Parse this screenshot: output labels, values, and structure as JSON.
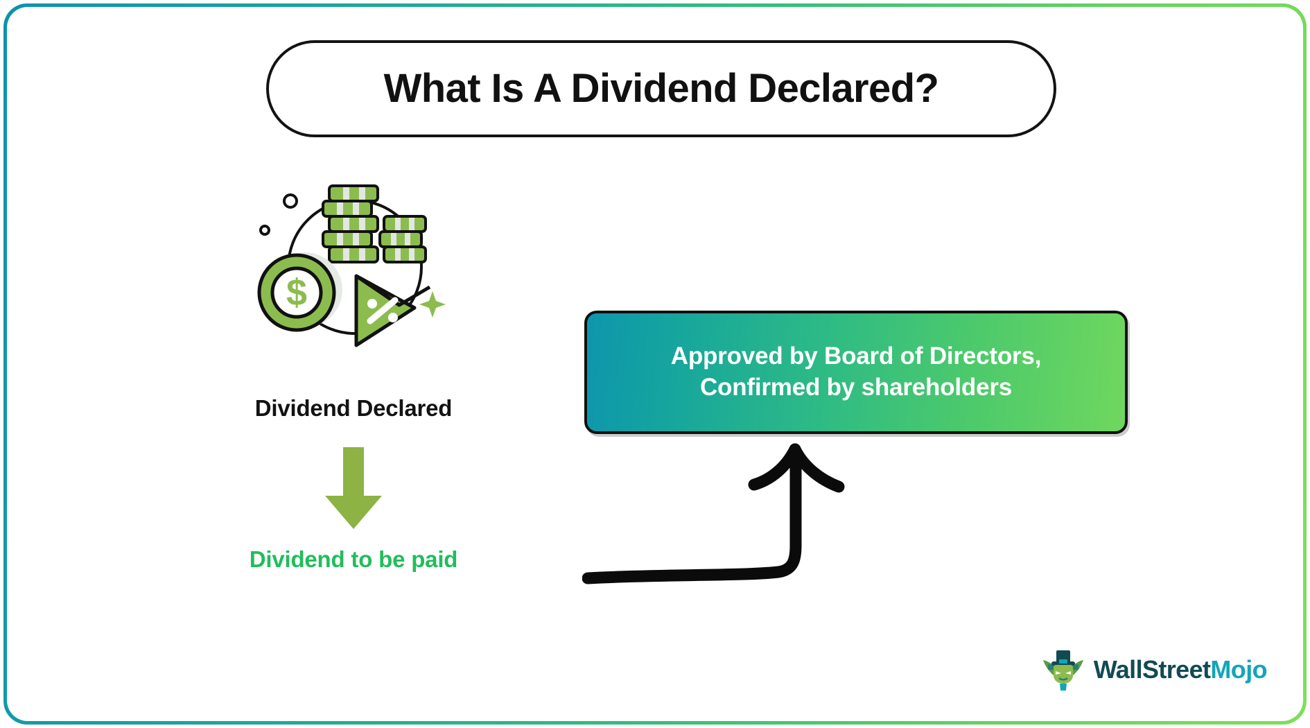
{
  "title": {
    "text": "What Is A Dividend Declared?"
  },
  "illustration": {
    "icon_name": "dividend-money-illustration",
    "caption": "Dividend Declared",
    "coin_symbol": "$",
    "percent_symbol": "%"
  },
  "flow": {
    "down_arrow_icon": "down-arrow-icon",
    "result_label": "Dividend to be paid",
    "curved_arrow_icon": "curved-up-arrow-icon"
  },
  "approval_card": {
    "line1": "Approved by Board of Directors,",
    "line2": "Confirmed by shareholders",
    "text": "Approved by Board of Directors,\nConfirmed by shareholders"
  },
  "brand": {
    "mark_icon": "bull-mascot-icon",
    "name_part1": "WallStreet",
    "name_part2": "Mojo"
  },
  "colors": {
    "frame_gradient_start": "#0c93ad",
    "frame_gradient_end": "#7ee05a",
    "card_gradient_start": "#0d96ad",
    "card_gradient_end": "#6fd75e",
    "money_green": "#8cbc4e",
    "arrow_green": "#8cb343",
    "paid_text_green": "#21bd5c",
    "brand_dark": "#114a53",
    "brand_teal": "#12a5b8",
    "outline_black": "#111111"
  }
}
